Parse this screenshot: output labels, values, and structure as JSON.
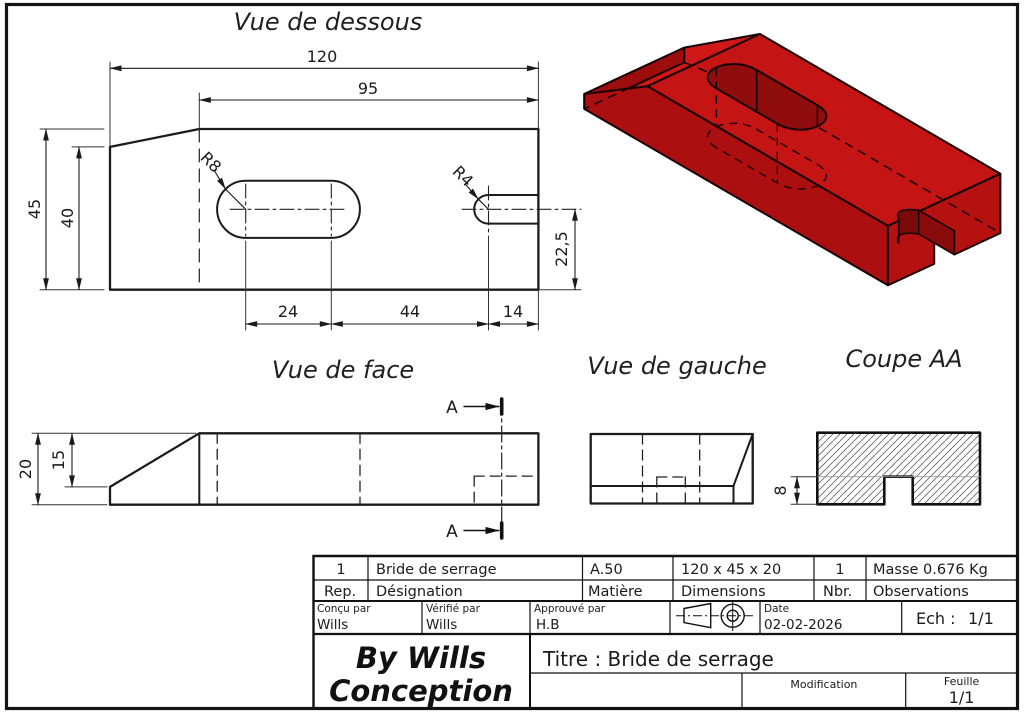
{
  "page": {
    "background": "#ffffff",
    "border_color": "#141414",
    "line_color": "#1b1b1b"
  },
  "views": {
    "plan": {
      "title": "Vue de dessous",
      "d120": "120",
      "d95": "95",
      "d45": "45",
      "d40": "40",
      "d24": "24",
      "d44": "44",
      "d14": "14",
      "d22_5": "22,5",
      "r8": "R8",
      "r4": "R4"
    },
    "front": {
      "title": "Vue de face",
      "d20": "20",
      "d15": "15",
      "section_letter": "A"
    },
    "left_view": {
      "title": "Vue de gauche"
    },
    "coupe": {
      "title": "Coupe AA",
      "d8": "8"
    },
    "iso": {
      "body_color": "#c41414"
    }
  },
  "title_block": {
    "row1": [
      "1",
      "Bride de serrage",
      "A.50",
      "120 x 45 x 20",
      "1",
      "Masse 0.676 Kg"
    ],
    "row2": [
      "Rep.",
      "Désignation",
      "Matière",
      "Dimensions",
      "Nbr.",
      "Observations"
    ],
    "row3": {
      "concu_label": "Conçu par",
      "concu_value": "Wills",
      "verifie_label": "Vérifié par",
      "verifie_value": "Wills",
      "approuve_label": "Approuvé par",
      "approuve_value": "H.B",
      "date_label": "Date",
      "date_value": "02-02-2026",
      "ech_label": "Ech :",
      "ech_value": "1/1"
    },
    "logo_line1": "By Wills",
    "logo_line2": "Conception",
    "titre": "Titre : Bride de serrage",
    "modification_label": "Modification",
    "feuille_label": "Feuille",
    "feuille_value": "1/1"
  }
}
